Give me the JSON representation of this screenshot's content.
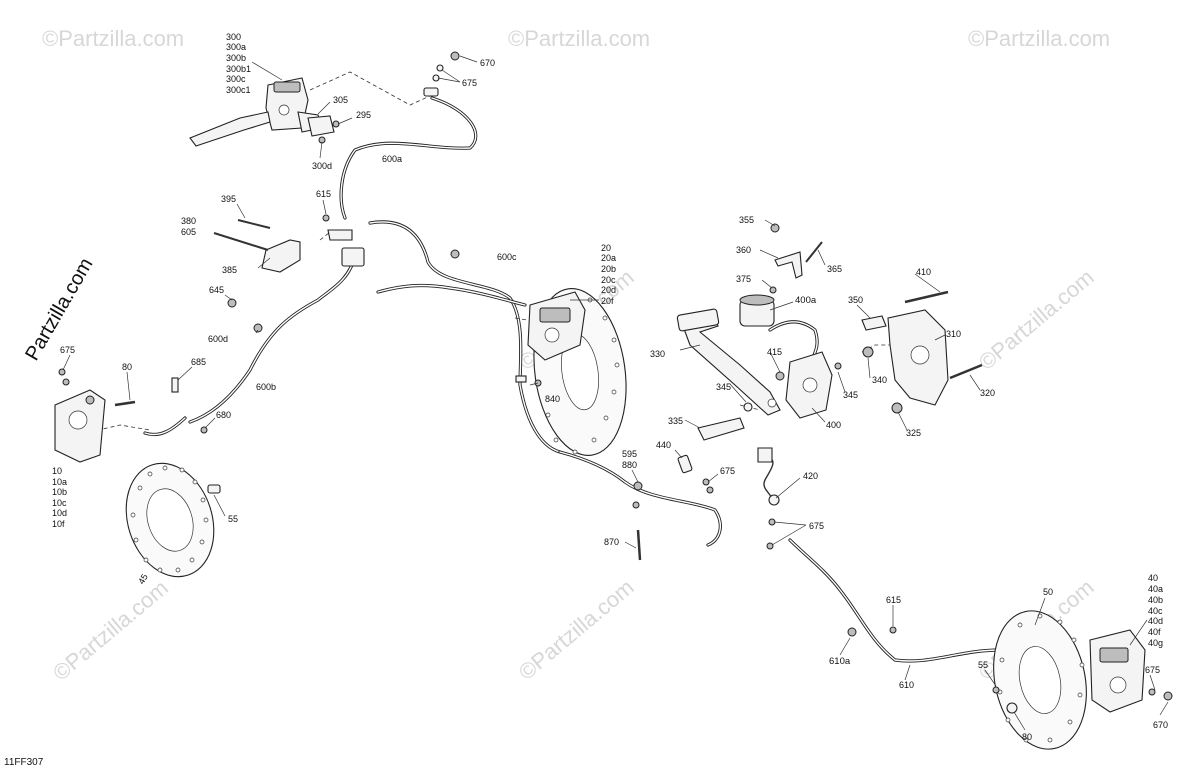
{
  "diagram": {
    "code": "11FF307",
    "brand": "Partzilla.com",
    "watermark": "©Partzilla.com",
    "callouts": [
      {
        "id": "c300",
        "lines": [
          "300",
          "300a",
          "300b",
          "300b1",
          "300c",
          "300c1"
        ]
      },
      {
        "id": "c305",
        "lines": [
          "305"
        ]
      },
      {
        "id": "c295",
        "lines": [
          "295"
        ]
      },
      {
        "id": "c300d",
        "lines": [
          "300d"
        ]
      },
      {
        "id": "c670a",
        "lines": [
          "670"
        ]
      },
      {
        "id": "c675a",
        "lines": [
          "675"
        ]
      },
      {
        "id": "c600a",
        "lines": [
          "600a"
        ]
      },
      {
        "id": "c615a",
        "lines": [
          "615"
        ]
      },
      {
        "id": "c395",
        "lines": [
          "395"
        ]
      },
      {
        "id": "c380",
        "lines": [
          "380",
          "605"
        ]
      },
      {
        "id": "c385",
        "lines": [
          "385"
        ]
      },
      {
        "id": "c600c",
        "lines": [
          "600c"
        ]
      },
      {
        "id": "c20",
        "lines": [
          "20",
          "20a",
          "20b",
          "20c",
          "20d",
          "20f"
        ]
      },
      {
        "id": "c645",
        "lines": [
          "645"
        ]
      },
      {
        "id": "c600d",
        "lines": [
          "600d"
        ]
      },
      {
        "id": "c675b",
        "lines": [
          "675"
        ]
      },
      {
        "id": "c80a",
        "lines": [
          "80"
        ]
      },
      {
        "id": "c685",
        "lines": [
          "685"
        ]
      },
      {
        "id": "c600b",
        "lines": [
          "600b"
        ]
      },
      {
        "id": "c680",
        "lines": [
          "680"
        ]
      },
      {
        "id": "c10",
        "lines": [
          "10",
          "10a",
          "10b",
          "10c",
          "10d",
          "10f"
        ]
      },
      {
        "id": "c55a",
        "lines": [
          "55"
        ]
      },
      {
        "id": "c45",
        "lines": [
          "45"
        ]
      },
      {
        "id": "c840",
        "lines": [
          "840"
        ]
      },
      {
        "id": "c595",
        "lines": [
          "595",
          "880"
        ]
      },
      {
        "id": "c870",
        "lines": [
          "870"
        ]
      },
      {
        "id": "c440",
        "lines": [
          "440"
        ]
      },
      {
        "id": "c675c",
        "lines": [
          "675"
        ]
      },
      {
        "id": "c420",
        "lines": [
          "420"
        ]
      },
      {
        "id": "c675d",
        "lines": [
          "675"
        ]
      },
      {
        "id": "c355",
        "lines": [
          "355"
        ]
      },
      {
        "id": "c360",
        "lines": [
          "360"
        ]
      },
      {
        "id": "c365",
        "lines": [
          "365"
        ]
      },
      {
        "id": "c375",
        "lines": [
          "375"
        ]
      },
      {
        "id": "c400a",
        "lines": [
          "400a"
        ]
      },
      {
        "id": "c350",
        "lines": [
          "350"
        ]
      },
      {
        "id": "c410",
        "lines": [
          "410"
        ]
      },
      {
        "id": "c310",
        "lines": [
          "310"
        ]
      },
      {
        "id": "c330",
        "lines": [
          "330"
        ]
      },
      {
        "id": "c415",
        "lines": [
          "415"
        ]
      },
      {
        "id": "c340",
        "lines": [
          "340"
        ]
      },
      {
        "id": "c345a",
        "lines": [
          "345"
        ]
      },
      {
        "id": "c345b",
        "lines": [
          "345"
        ]
      },
      {
        "id": "c320",
        "lines": [
          "320"
        ]
      },
      {
        "id": "c325",
        "lines": [
          "325"
        ]
      },
      {
        "id": "c335",
        "lines": [
          "335"
        ]
      },
      {
        "id": "c400",
        "lines": [
          "400"
        ]
      },
      {
        "id": "c615b",
        "lines": [
          "615"
        ]
      },
      {
        "id": "c610a",
        "lines": [
          "610a"
        ]
      },
      {
        "id": "c610",
        "lines": [
          "610"
        ]
      },
      {
        "id": "c50",
        "lines": [
          "50"
        ]
      },
      {
        "id": "c40",
        "lines": [
          "40",
          "40a",
          "40b",
          "40c",
          "40d",
          "40f",
          "40g"
        ]
      },
      {
        "id": "c55b",
        "lines": [
          "55"
        ]
      },
      {
        "id": "c675e",
        "lines": [
          "675"
        ]
      },
      {
        "id": "c80b",
        "lines": [
          "80"
        ]
      },
      {
        "id": "c670b",
        "lines": [
          "670"
        ]
      }
    ]
  }
}
